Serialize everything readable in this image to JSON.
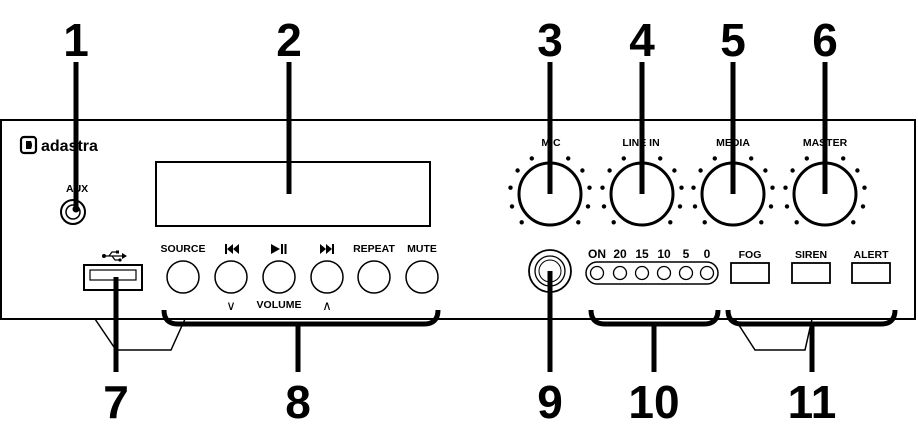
{
  "callouts": [
    "1",
    "2",
    "3",
    "4",
    "5",
    "6",
    "7",
    "8",
    "9",
    "10",
    "11"
  ],
  "brand": "adastra",
  "aux_label": "AUX",
  "knobs": [
    {
      "label": "MIC"
    },
    {
      "label": "LINE IN"
    },
    {
      "label": "MEDIA"
    },
    {
      "label": "MASTER"
    }
  ],
  "transport": {
    "source": "SOURCE",
    "prev_icon": "skip-previous-icon",
    "play_icon": "play-pause-icon",
    "next_icon": "skip-next-icon",
    "repeat": "REPEAT",
    "mute": "MUTE",
    "volume": "VOLUME",
    "down_icon": "chevron-down-icon",
    "up_icon": "chevron-up-icon"
  },
  "led_scale": [
    "ON",
    "20",
    "15",
    "10",
    "5",
    "0"
  ],
  "alarm_buttons": [
    "FOG",
    "SIREN",
    "ALERT"
  ],
  "usb_icon": "usb-icon"
}
